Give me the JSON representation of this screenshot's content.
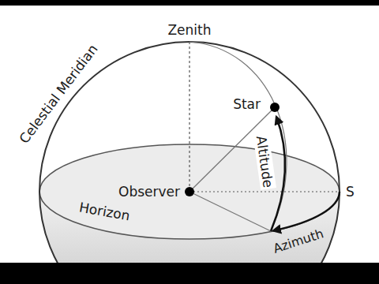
{
  "diagram": {
    "labels": [
      "Zenith",
      "Celestial Meridian",
      "Star",
      "Observer",
      "Altitude",
      "S",
      "Horizon",
      "Azimuth"
    ]
  }
}
